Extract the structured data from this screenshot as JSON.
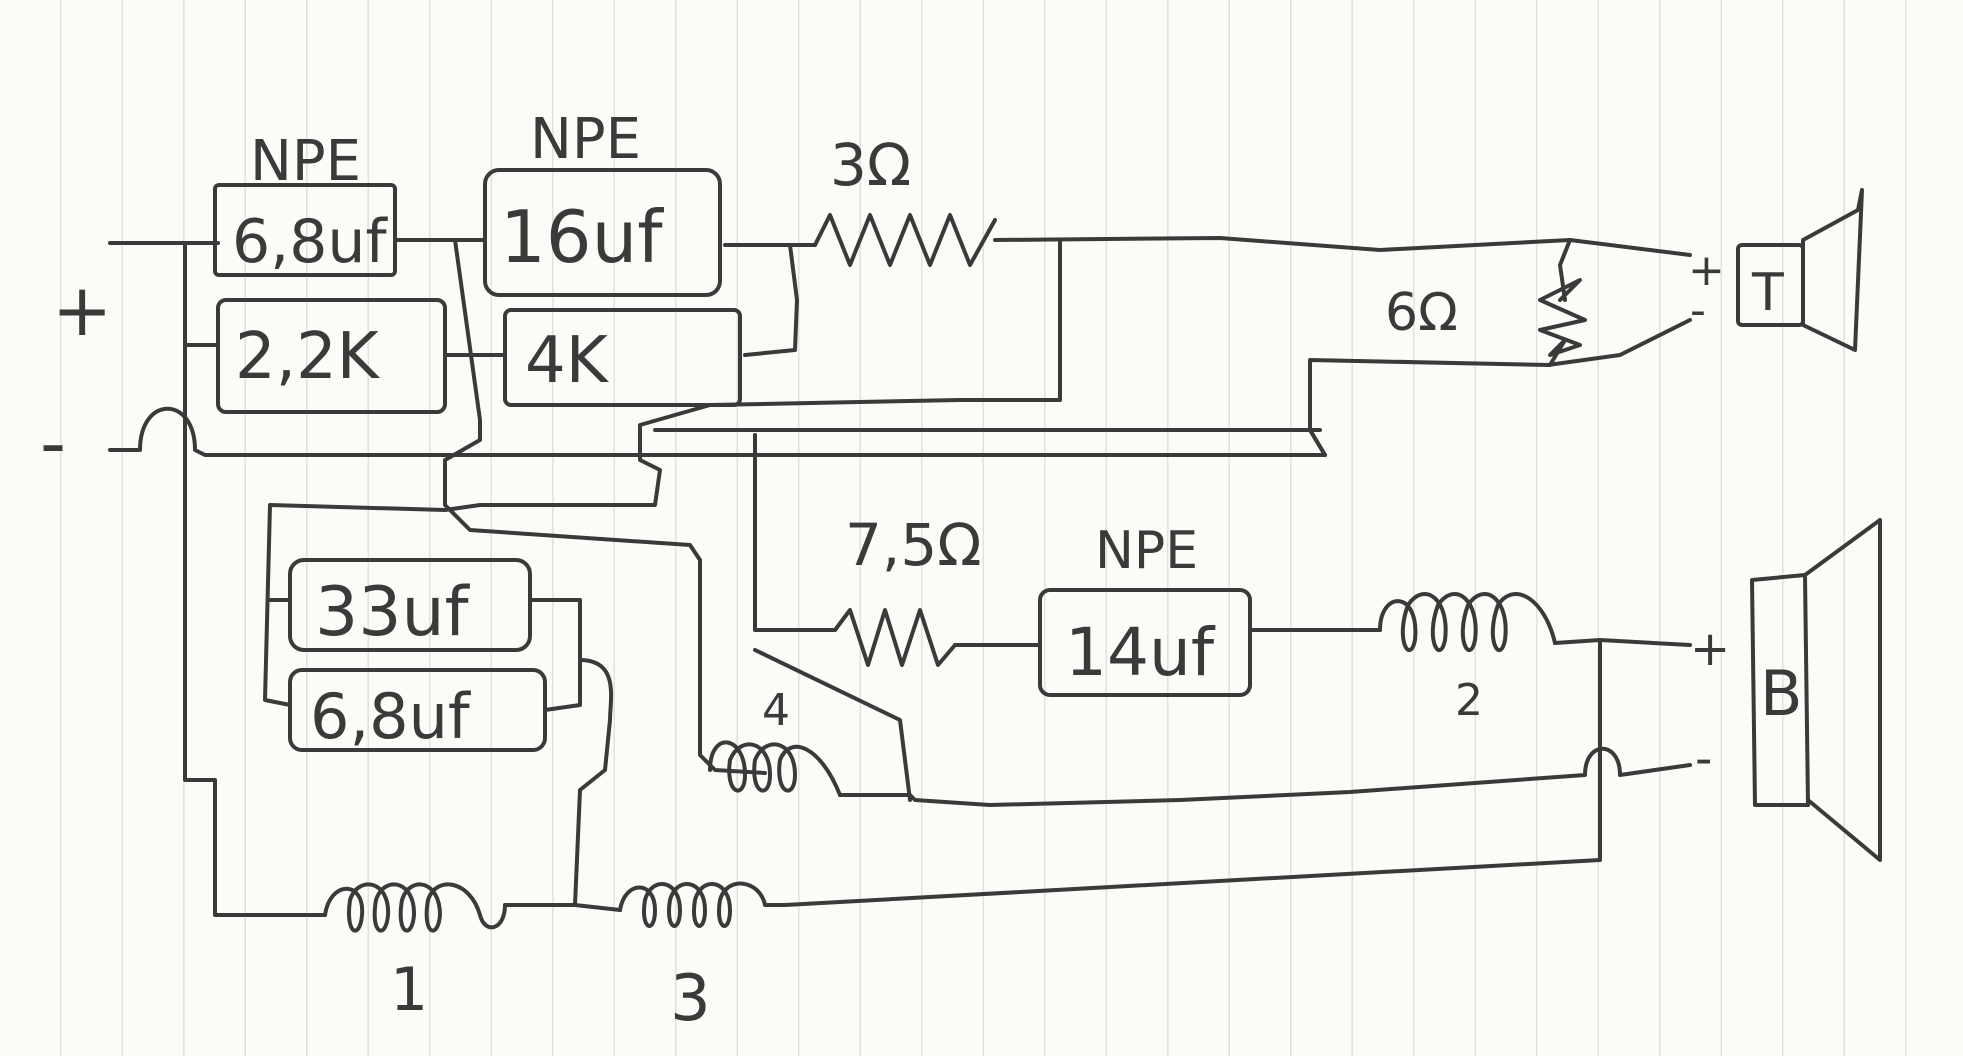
{
  "labels": {
    "plus": "+",
    "minus": "-",
    "npe": "NPE",
    "c_6_8uf_top": "6,8uf",
    "c_16uf": "16uf",
    "r_2_2k": "2,2K",
    "r_4k": "4K",
    "r_3ohm": "3Ω",
    "r_6ohm": "6Ω",
    "tweeter_plus": "+",
    "tweeter_minus": "-",
    "tweeter_letter": "T",
    "c_33uf": "33uf",
    "c_6_8uf_bottom": "6,8uf",
    "r_7_5ohm": "7,5Ω",
    "c_14uf": "14uf",
    "coil_4": "4",
    "coil_2": "2",
    "coil_1": "1",
    "coil_3": "3",
    "woofer_plus": "+",
    "woofer_minus": "-",
    "woofer_letter": "B"
  },
  "colors": {
    "ink": "#3a3a3a",
    "paper": "#fbfbf8",
    "rule": "#e2e2dc"
  }
}
